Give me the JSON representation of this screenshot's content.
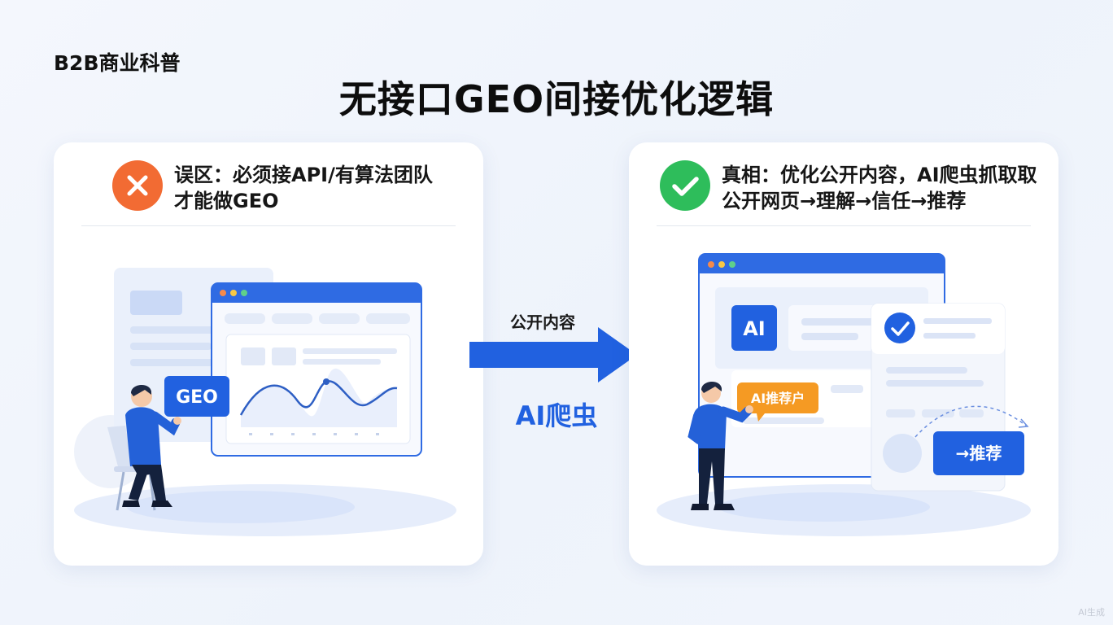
{
  "brand": "B2B商业科普",
  "title": "无接口GEO间接优化逻辑",
  "left_card": {
    "heading": "误区：必须接API/有算法团队才能做GEO",
    "geo_tag": "GEO"
  },
  "right_card": {
    "heading": "真相：优化公开内容，AI爬虫抓取取公开网页→理解→信任→推荐",
    "ai_badge": "AI",
    "recommend_bubble": "AI推荐户",
    "recommend_button": "→推荐"
  },
  "flow": {
    "label": "公开内容",
    "crawler": "AI爬虫"
  },
  "watermark": "AI生成",
  "colors": {
    "primary_blue": "#2161e0",
    "error_orange": "#f26b33",
    "success_green": "#2ebd5b",
    "bubble_orange": "#f59a23"
  }
}
